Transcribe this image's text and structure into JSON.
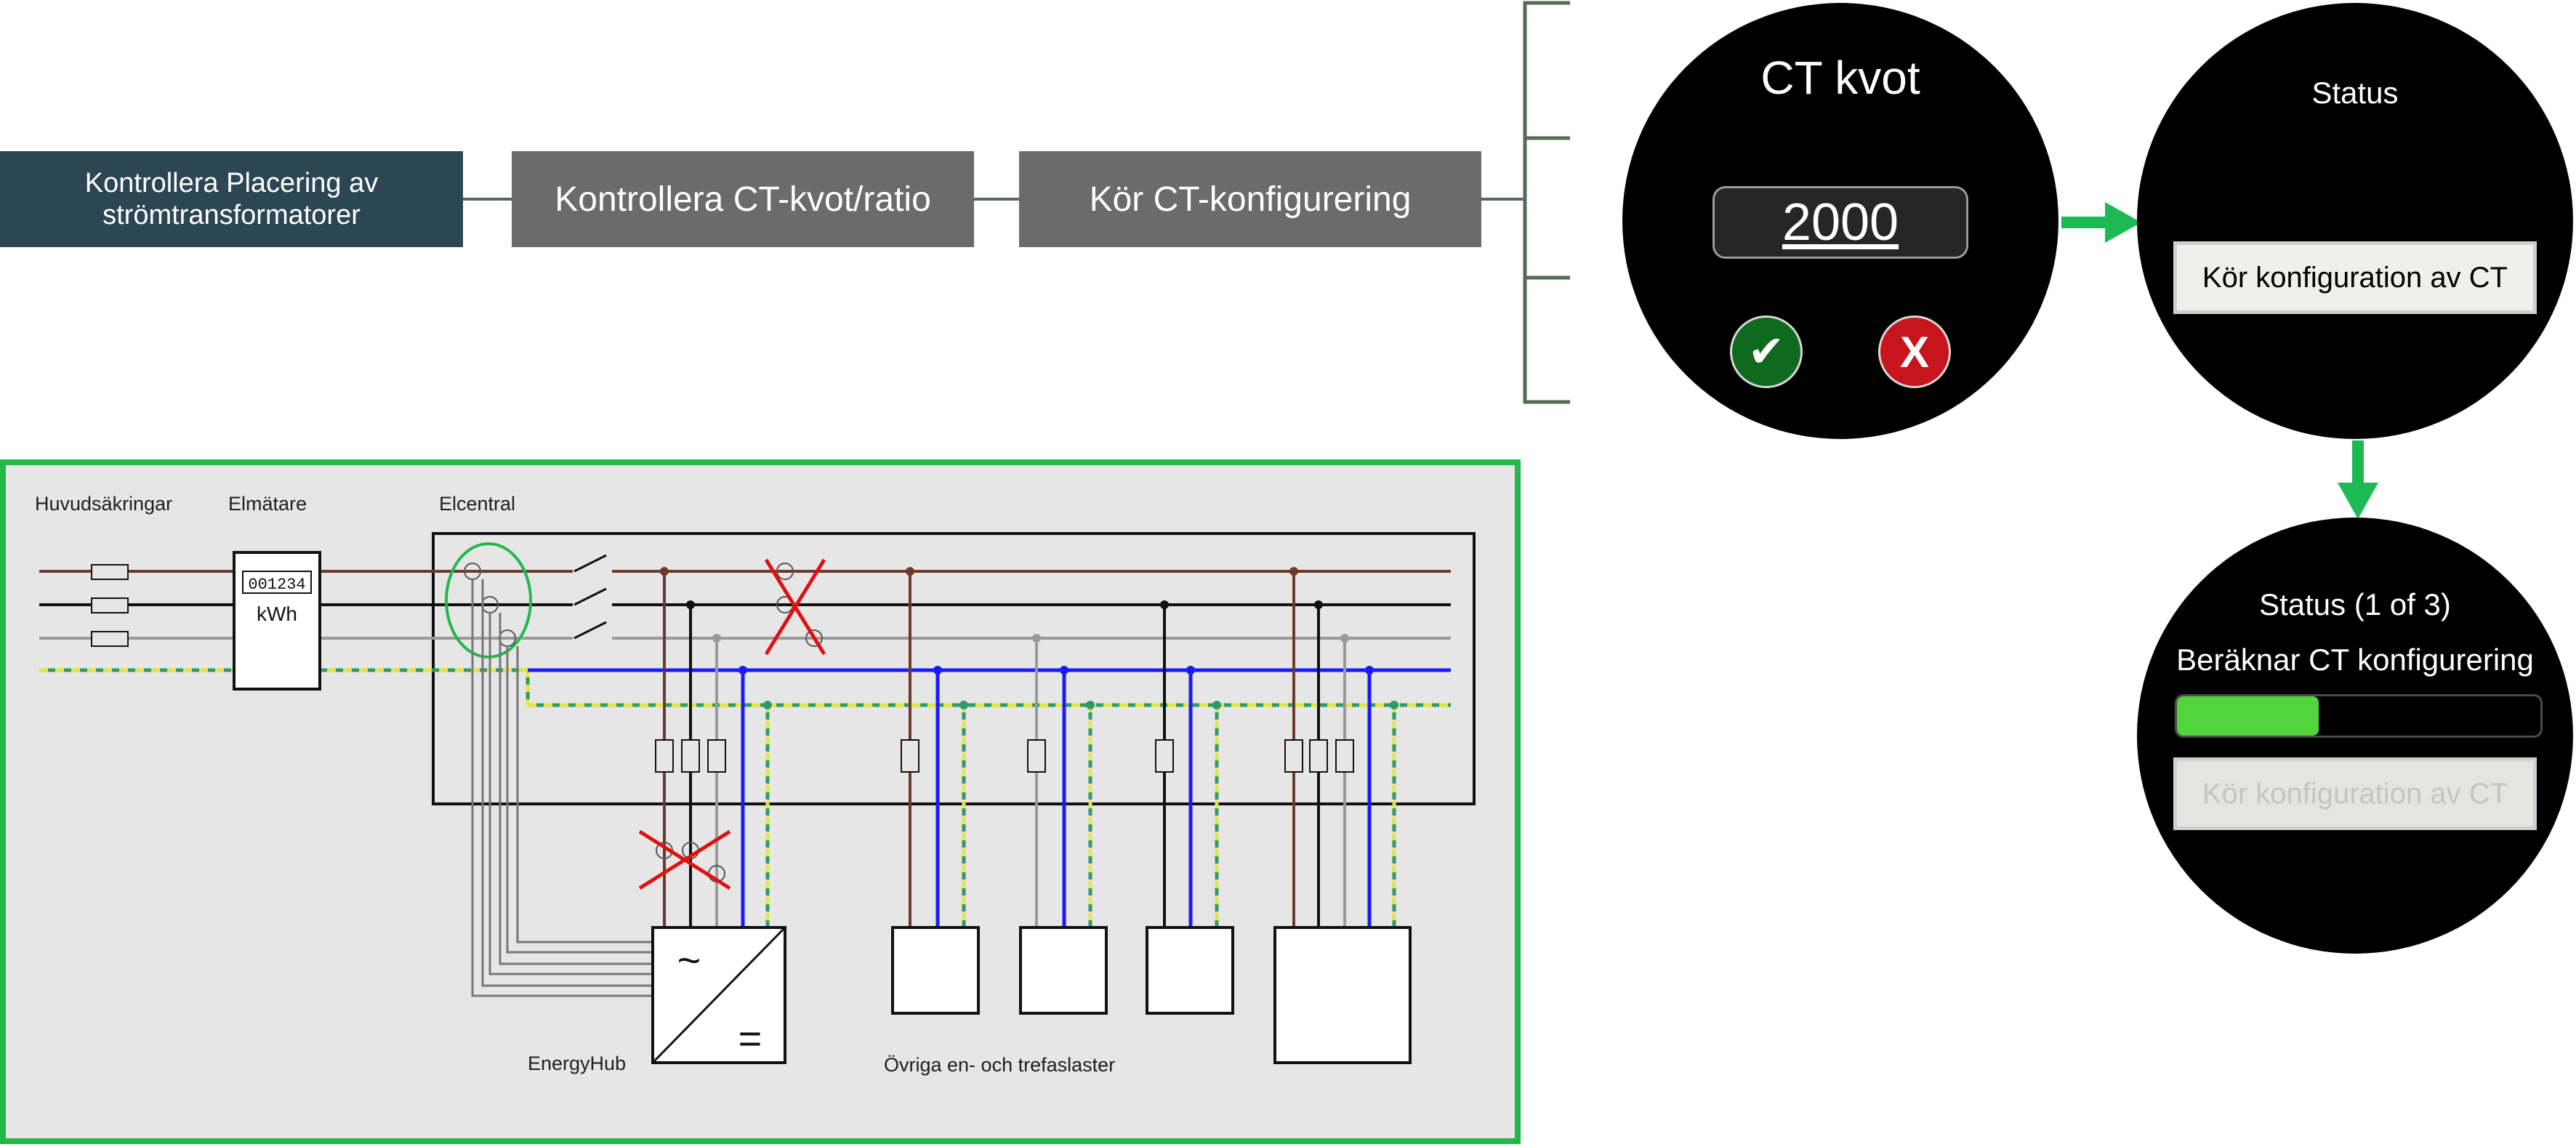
{
  "steps": [
    {
      "label": "Kontrollera Placering av strömtransformatorer"
    },
    {
      "label": "Kontrollera CT-kvot/ratio"
    },
    {
      "label": "Kör CT-konfigurering"
    }
  ],
  "screen_ct": {
    "title": "CT kvot",
    "value": "2000",
    "confirm_symbol": "✔",
    "cancel_symbol": "X"
  },
  "screen_status": {
    "title": "Status",
    "button_label": "Kör konfiguration av CT"
  },
  "screen_progress": {
    "title": "Status (1 of 3)",
    "subtitle": "Beräknar CT konfigurering",
    "progress_fraction": 0.39,
    "button_label": "Kör konfiguration av CT"
  },
  "diagram": {
    "labels": {
      "fuses": "Huvudsäkringar",
      "meter": "Elmätare",
      "panel": "Elcentral",
      "hub": "EnergyHub",
      "loads": "Övriga en- och trefaslaster",
      "meter_reading": "001234",
      "meter_unit": "kWh",
      "ac_symbol": "~",
      "dc_symbol": "="
    }
  },
  "colors": {
    "step_active": "#2c4654",
    "step_inactive": "#6b6b6b",
    "arrow": "#1db954",
    "frame": "#22b84a",
    "confirm": "#0f6a1f",
    "cancel": "#c8141c",
    "progress": "#52d43c",
    "brown": "#6b3a2a",
    "black": "#111111",
    "grey": "#9a9a9a",
    "blue": "#1a1aff",
    "earth_yellow": "#e6e63a",
    "earth_green": "#2e9a6a",
    "cross": "#e01010"
  }
}
